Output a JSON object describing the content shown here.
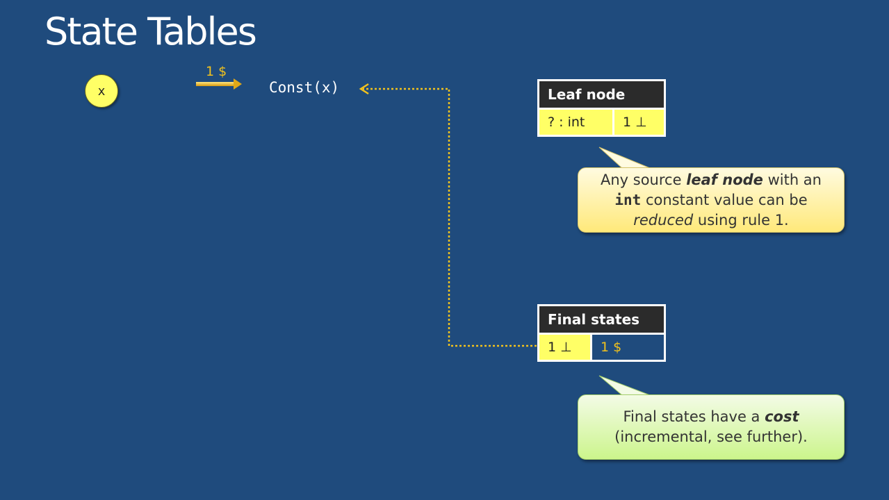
{
  "slide": {
    "title": "State Tables"
  },
  "tree": {
    "node": "x",
    "edge_label": "1 $",
    "expr": "Const(x)"
  },
  "leaf_table": {
    "header": "Leaf node",
    "cells": [
      "? : int",
      "1 ⊥"
    ]
  },
  "final_table": {
    "header": "Final states",
    "cells": [
      "1 ⊥",
      "1 $"
    ]
  },
  "callout1": {
    "line1_pre": "Any source ",
    "line1_em": "leaf node",
    "line1_post": " with an",
    "line2_code": "int",
    "line2_post": " constant value can be",
    "line3_em": "reduced",
    "line3_post": " using rule 1."
  },
  "callout2": {
    "line1_pre": "Final states have a ",
    "line1_em": "cost",
    "line2": "(incremental, see further)."
  },
  "colors": {
    "background": "#1f4b7d",
    "highlight_yellow": "#ffff66",
    "accent_gold": "#f2c21d",
    "header_dark": "#2b2b2b"
  }
}
